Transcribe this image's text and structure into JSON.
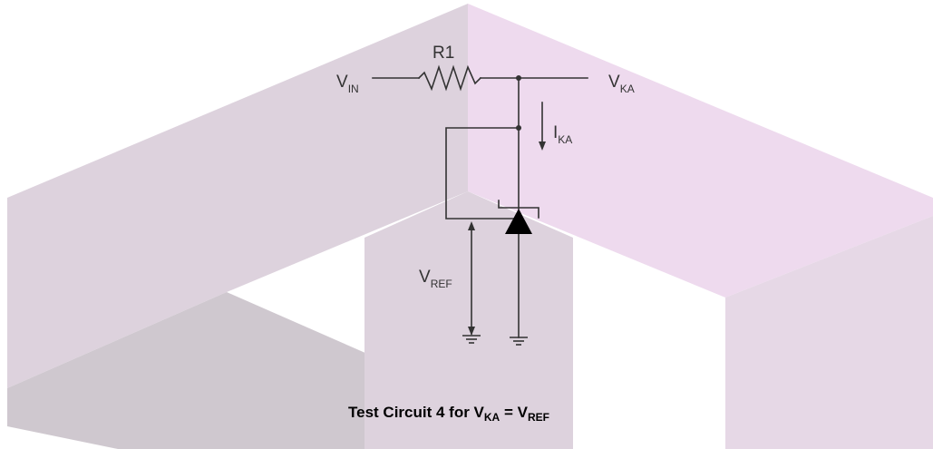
{
  "diagram": {
    "labels": {
      "r1": "R1",
      "vin_main": "V",
      "vin_sub": "IN",
      "vka_main": "V",
      "vka_sub": "KA",
      "ika_main": "I",
      "ika_sub": "KA",
      "vref_main": "V",
      "vref_sub": "REF"
    },
    "caption": {
      "prefix": "Test Circuit 4 for V",
      "sub1": "KA",
      "mid": " = V",
      "sub2": "REF"
    },
    "colors": {
      "wire": "#333333",
      "background_left": "#ddd2dd",
      "background_right": "#eedaee",
      "background_shadow": "#cfc8cf"
    }
  }
}
